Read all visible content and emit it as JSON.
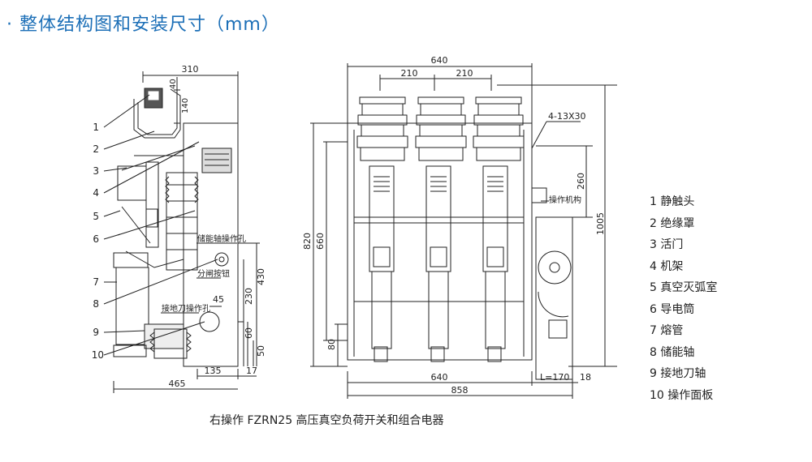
{
  "title": "整体结构图和安装尺寸（mm）",
  "title_bullet": "·",
  "caption": "右操作 FZRN25 高压真空负荷开关和组合电器",
  "legend": [
    {
      "num": "1",
      "label": "静触头"
    },
    {
      "num": "2",
      "label": "绝缘罩"
    },
    {
      "num": "3",
      "label": "活门"
    },
    {
      "num": "4",
      "label": "机架"
    },
    {
      "num": "5",
      "label": "真空灭弧室"
    },
    {
      "num": "6",
      "label": "导电筒"
    },
    {
      "num": "7",
      "label": "熔管"
    },
    {
      "num": "8",
      "label": "储能轴"
    },
    {
      "num": "9",
      "label": "接地刀轴"
    },
    {
      "num": "10",
      "label": "操作面板"
    }
  ],
  "side_view": {
    "dims": {
      "top_width": "310",
      "d40": "40",
      "d140": "140",
      "d430": "430",
      "d230": "230",
      "d45": "45",
      "d60": "60",
      "d50": "50",
      "d135": "135",
      "d17": "17",
      "d465": "465"
    },
    "annotations": {
      "storage_hole": "储能轴操作孔",
      "open_button": "分闸按钮",
      "ground_hole": "接地刀操作孔"
    },
    "callouts": [
      "1",
      "2",
      "3",
      "4",
      "5",
      "6",
      "7",
      "8",
      "9",
      "10"
    ]
  },
  "front_view": {
    "dims": {
      "top_width": "640",
      "d210a": "210",
      "d210b": "210",
      "holes": "4-13X30",
      "d260": "260",
      "d1005": "1005",
      "d820": "820",
      "d660": "660",
      "d80": "80",
      "bottom_640": "640",
      "l170": "L=170",
      "d18": "18",
      "d858": "858"
    },
    "annotations": {
      "mechanism": "操作机构"
    }
  }
}
